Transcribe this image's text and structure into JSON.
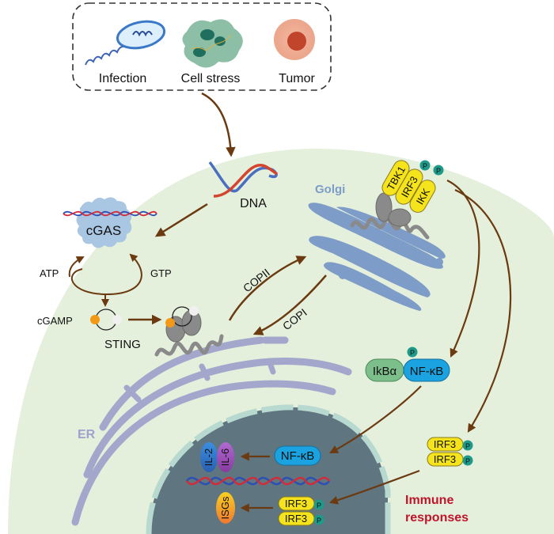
{
  "triggers": {
    "items": [
      {
        "label": "Infection"
      },
      {
        "label": "Cell stress"
      },
      {
        "label": "Tumor"
      }
    ]
  },
  "labels": {
    "dna": "DNA",
    "cgas": "cGAS",
    "atp": "ATP",
    "gtp": "GTP",
    "cgamp": "cGAMP",
    "sting": "STING",
    "golgi": "Golgi",
    "copii": "COPII",
    "copi": "COPI",
    "er": "ER",
    "tbk1": "TBK1",
    "irf3": "IRF3",
    "ikk": "IKK",
    "p": "P",
    "ikba": "IkBα",
    "nfkb": "NF-κB",
    "il2": "IL-2",
    "il6": "IL-6",
    "isgs": "ISGs",
    "immune_line1": "Immune",
    "immune_line2": "responses"
  },
  "colors": {
    "cell": "#e4f0dc",
    "nucleus": "#5f7580",
    "nuclear_envelope": "#b7d9cf",
    "er": "#a4a7cc",
    "golgi": "#7d9cc8",
    "arrow": "#6b3a10",
    "sting": "#8a8a8a",
    "yellow_protein": "#f5e31c",
    "phospho": "#1f9a8a",
    "nfkb": "#1aa3e0",
    "ikba": "#7dbf8a",
    "cgas": "#a9c6e3",
    "immune_text": "#c0142a",
    "golgi_text": "#7d9cc8",
    "er_text": "#9ea2cc"
  }
}
